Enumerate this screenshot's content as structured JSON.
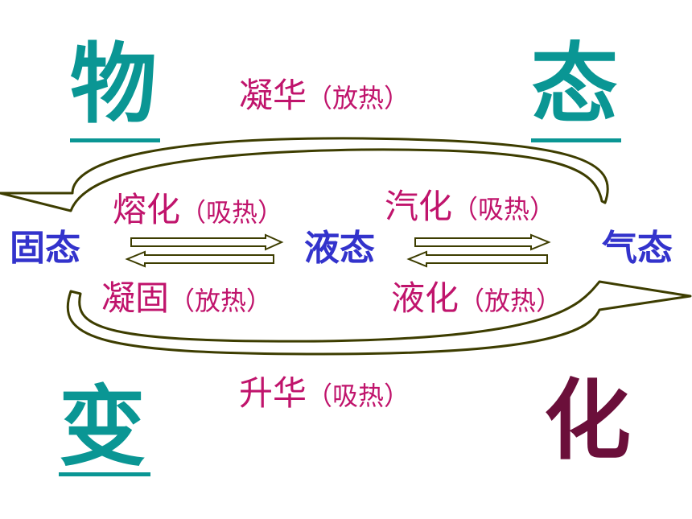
{
  "title_chars": {
    "c1": "物",
    "c2": "态",
    "c3": "变",
    "c4": "化"
  },
  "states": {
    "solid": "固态",
    "liquid": "液态",
    "gas": "气态"
  },
  "processes": {
    "deposition": {
      "name": "凝华",
      "note": "（放热）"
    },
    "melting": {
      "name": "熔化",
      "note": "（吸热）"
    },
    "vaporization": {
      "name": "汽化",
      "note": "（吸热）"
    },
    "freezing": {
      "name": "凝固",
      "note": "（放热）"
    },
    "liquefaction": {
      "name": "液化",
      "note": "（放热）"
    },
    "sublimation": {
      "name": "升华",
      "note": "（吸热）"
    }
  },
  "colors": {
    "teal": "#0a9694",
    "maroon": "#6b0f3a",
    "blue": "#3333cc",
    "magenta": "#c0146c",
    "olive": "#3d3d00"
  }
}
